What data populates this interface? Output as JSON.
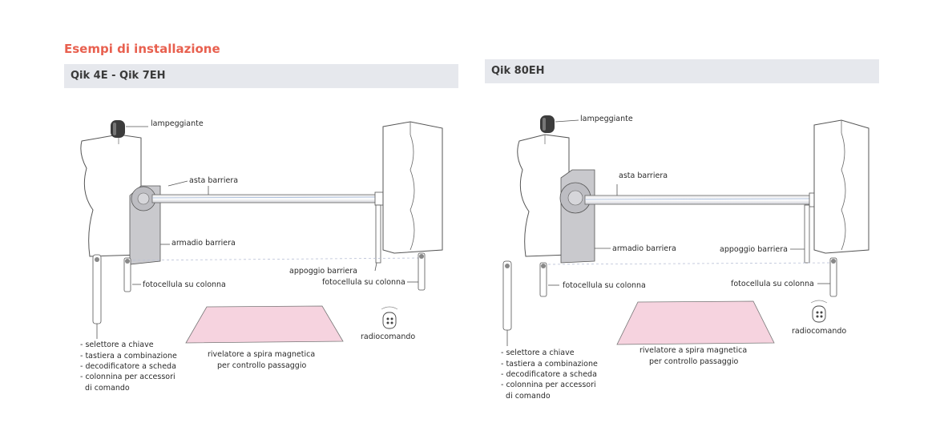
{
  "title": "Esempi di installazione",
  "panels": [
    {
      "model": "Qik 4E - Qik 7EH",
      "labels": {
        "lampeggiante": "lampeggiante",
        "asta": "asta barriera",
        "armadio": "armadio barriera",
        "appoggio": "appoggio barriera",
        "foto1": "fotocellula su colonna",
        "foto2": "fotocellula su colonna",
        "radio": "radiocomando",
        "spira1": "rivelatore a spira magnetica",
        "spira2": "per controllo passaggio",
        "list": [
          "- selettore a chiave",
          "- tastiera a combinazione",
          "- decodificatore a scheda",
          "- colonnina per accessori",
          "  di comando"
        ]
      }
    },
    {
      "model": "Qik 80EH",
      "labels": {
        "lampeggiante": "lampeggiante",
        "asta": "asta barriera",
        "armadio": "armadio barriera",
        "appoggio": "appoggio barriera",
        "foto1": "fotocellula su colonna",
        "foto2": "fotocellula su colonna",
        "radio": "radiocomando",
        "spira1": "rivelatore a spira magnetica",
        "spira2": "per controllo passaggio",
        "list": [
          "- selettore a chiave",
          "- tastiera a combinazione",
          "- decodificatore a scheda",
          "- colonnina per accessori",
          "  di comando"
        ]
      }
    }
  ],
  "colors": {
    "title": "#e8604f",
    "band": "#e6e8ed",
    "loop": "#f6d3df",
    "cabinet": "#c9c9cd"
  }
}
